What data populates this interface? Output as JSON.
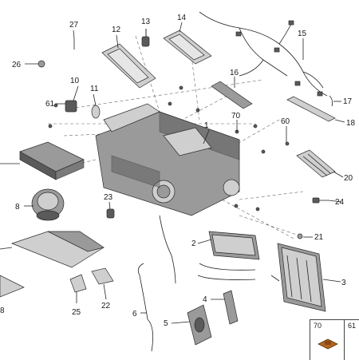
{
  "callouts": {
    "c1": "1",
    "c2": "2",
    "c3": "3",
    "c4": "4",
    "c5": "5",
    "c6": "6",
    "c8": "8",
    "c8b": "8",
    "c10": "10",
    "c11": "11",
    "c12": "12",
    "c13": "13",
    "c14": "14",
    "c15": "15",
    "c16": "16",
    "c17": "17",
    "c18": "18",
    "c20": "20",
    "c21": "21",
    "c22": "22",
    "c23": "23",
    "c24": "24",
    "c25": "25",
    "c26": "26",
    "c27": "27",
    "c60": "60",
    "c61": "61",
    "c70": "70"
  },
  "legend": {
    "left": "70",
    "right": "61"
  },
  "colors": {
    "line": "#222222",
    "part_dark": "#5a5a5a",
    "part_mid": "#9a9a9a",
    "part_light": "#cfcfcf",
    "accent": "#b5651d"
  }
}
